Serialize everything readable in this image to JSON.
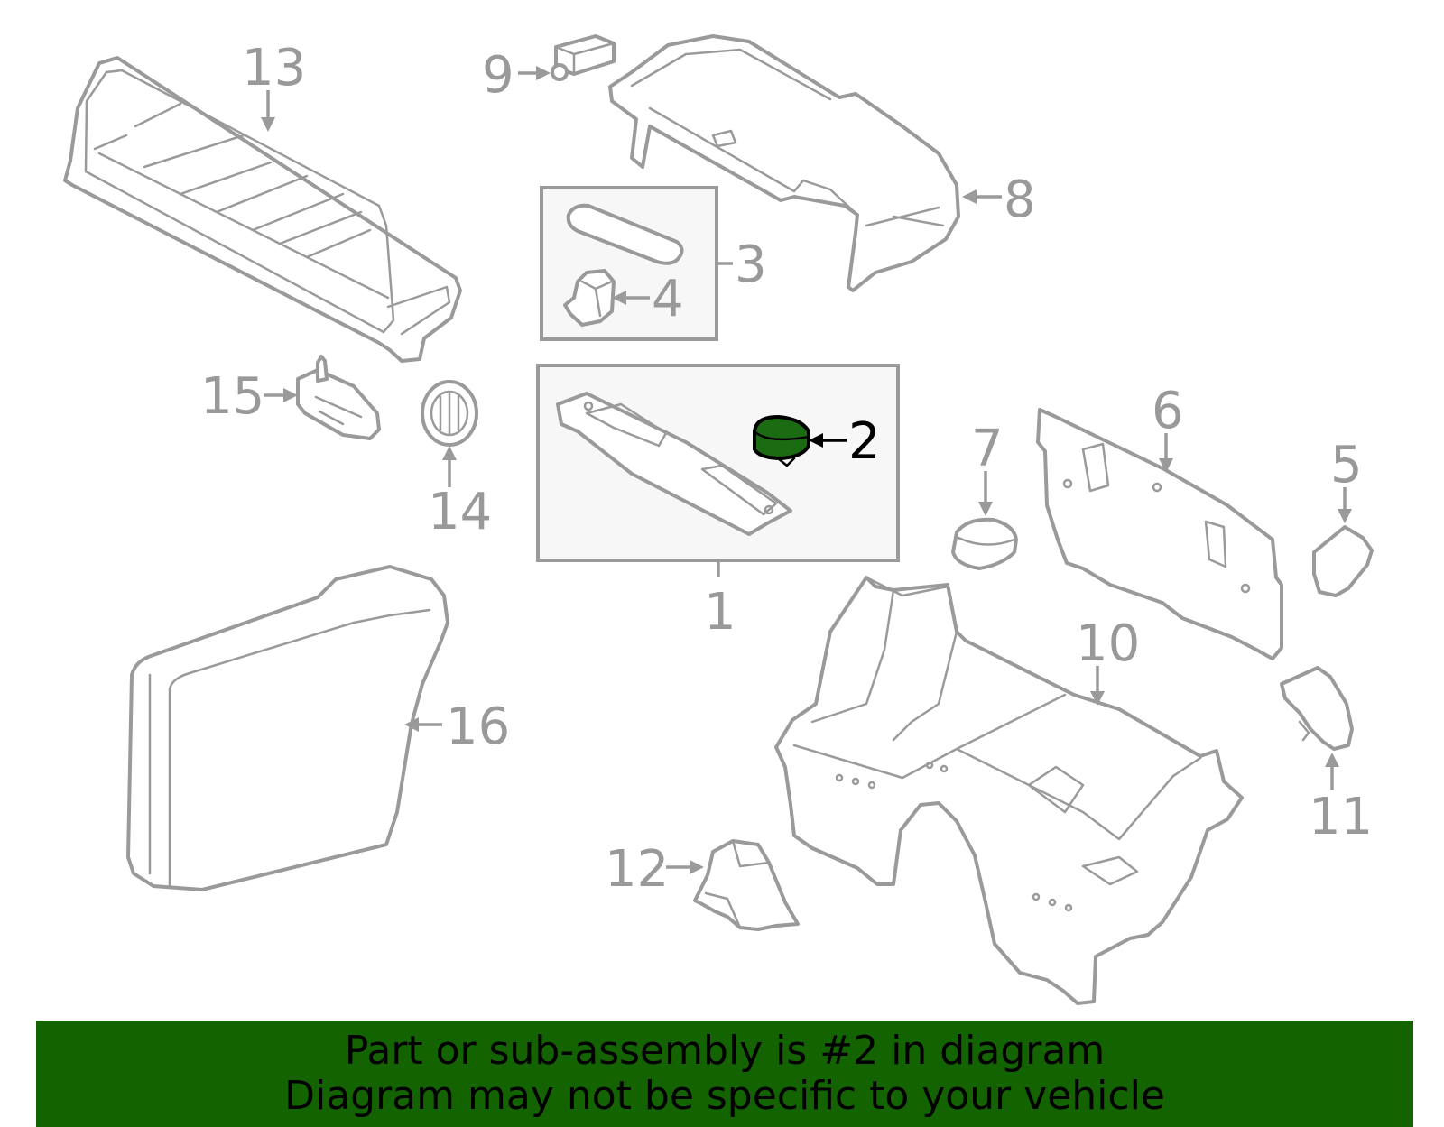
{
  "diagram": {
    "labels": {
      "p1": "1",
      "p2": "2",
      "p3": "3",
      "p4": "4",
      "p5": "5",
      "p6": "6",
      "p7": "7",
      "p8": "8",
      "p9": "9",
      "p10": "10",
      "p11": "11",
      "p12": "12",
      "p13": "13",
      "p14": "14",
      "p15": "15",
      "p16": "16"
    },
    "highlight_color": "#136300"
  },
  "banner": {
    "line1": "Part or sub-assembly is #2 in diagram",
    "line2": "Diagram may not be specific to your vehicle"
  }
}
